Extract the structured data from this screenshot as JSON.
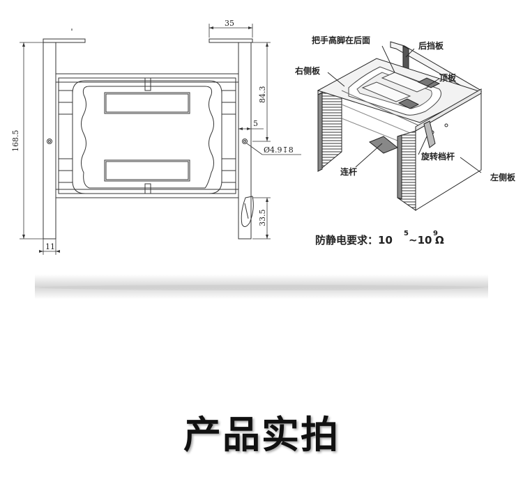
{
  "drawing": {
    "dimensions": {
      "top_width": "35",
      "total_height": "168.5",
      "upper_height": "84.3",
      "offset": "5",
      "hole": "Ø4.9↧8",
      "lower_height": "33.5",
      "leg_width": "11"
    }
  },
  "iso": {
    "labels": {
      "handle_feet": "把手高脚在后面",
      "back_plate": "后挡板",
      "right_side": "右侧板",
      "top_plate": "顶板",
      "rotating_rod": "旋转档杆",
      "connecting_rod": "连杆",
      "left_side": "左侧板"
    },
    "requirement": {
      "prefix": "防静电要求：10",
      "exp1": "5",
      "mid": "~10",
      "exp2": "9",
      "suffix": " Ω"
    }
  },
  "section_title": "产品实拍"
}
